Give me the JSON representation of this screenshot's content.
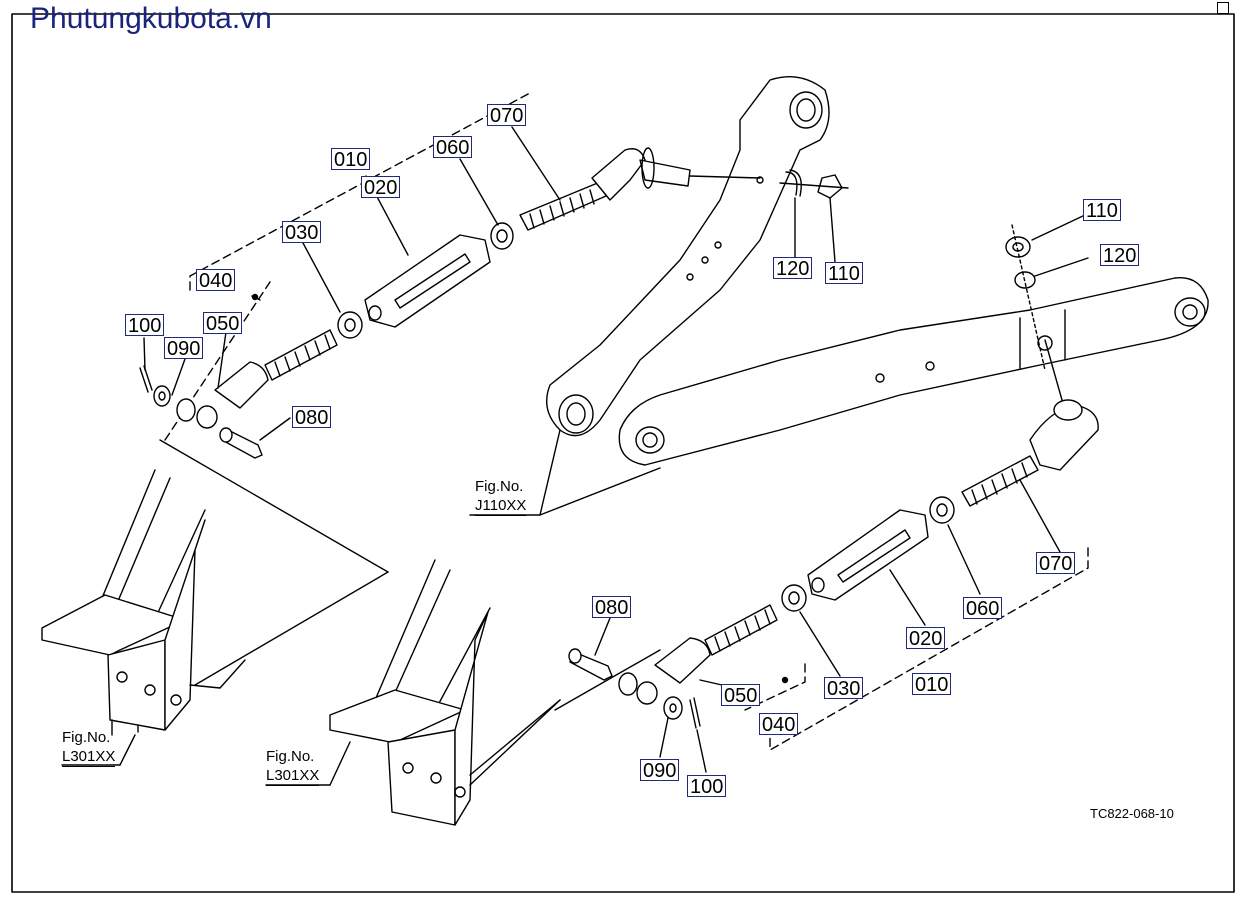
{
  "watermark": "Phutungkubota.vn",
  "drawing_code": "TC822-068-10",
  "fig_refs": {
    "top_link": {
      "line1": "Fig.No.",
      "line2": "J110XX"
    },
    "left_bracket": {
      "line1": "Fig.No.",
      "line2": "L301XX"
    },
    "right_bracket": {
      "line1": "Fig.No.",
      "line2": "L301XX"
    }
  },
  "callouts": {
    "upper_010": "010",
    "upper_020": "020",
    "upper_030": "030",
    "upper_040": "040",
    "upper_050": "050",
    "upper_060": "060",
    "upper_070": "070",
    "upper_080": "080",
    "upper_090": "090",
    "upper_100": "100",
    "upper_110": "110",
    "upper_120": "120",
    "right_110": "110",
    "right_120": "120",
    "lower_010": "010",
    "lower_020": "020",
    "lower_030": "030",
    "lower_040": "040",
    "lower_050": "050",
    "lower_060": "060",
    "lower_070": "070",
    "lower_080": "080",
    "lower_090": "090",
    "lower_100": "100"
  }
}
